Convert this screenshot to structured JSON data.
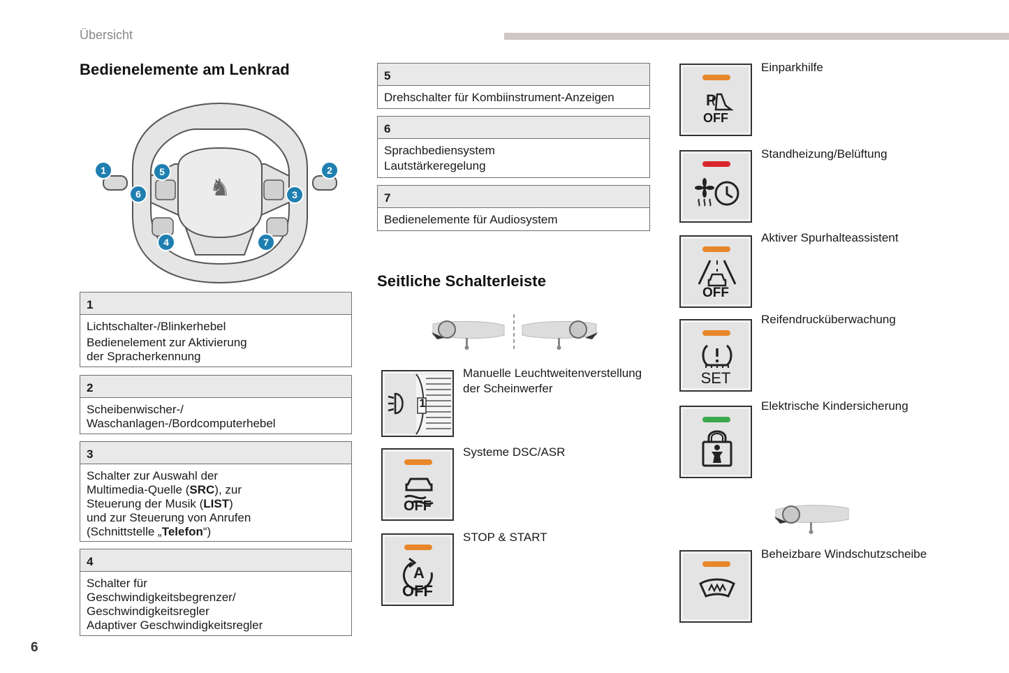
{
  "header": {
    "section": "Übersicht"
  },
  "left": {
    "title": "Bedienelemente am Lenkrad",
    "callouts": [
      "1",
      "2",
      "3",
      "4",
      "5",
      "6",
      "7"
    ],
    "items": [
      {
        "num": "1",
        "lines": [
          "Lichtschalter-/Blinkerhebel",
          "Bedienelement zur Aktivierung",
          "der Spracherkennung"
        ]
      },
      {
        "num": "2",
        "lines": [
          "Scheibenwischer-/",
          "Waschanlagen-/Bordcomputerhebel"
        ]
      },
      {
        "num": "3",
        "l1": "Schalter zur Auswahl der",
        "l2a": "Multimedia-Quelle (",
        "l2b": "SRC",
        "l2c": "), zur",
        "l3a": "Steuerung der Musik (",
        "l3b": "LIST",
        "l3c": ")",
        "l4": "und zur Steuerung von Anrufen",
        "l5a": "(Schnittstelle „",
        "l5b": "Telefon",
        "l5c": "“)"
      },
      {
        "num": "4",
        "lines": [
          "Schalter für",
          "Geschwindigkeitsbegrenzer/",
          "Geschwindigkeitsregler",
          "Adaptiver Geschwindigkeitsregler"
        ]
      }
    ]
  },
  "middle": {
    "items": [
      {
        "num": "5",
        "lines": [
          "Drehschalter für Kombiinstrument-Anzeigen"
        ]
      },
      {
        "num": "6",
        "lines": [
          "Sprachbediensystem",
          "Lautstärkeregelung"
        ]
      },
      {
        "num": "7",
        "lines": [
          "Bedienelemente für Audiosystem"
        ]
      }
    ],
    "title": "Seitliche Schalterleiste",
    "switches": [
      {
        "label_lines": [
          "Manuelle Leuchtweitenverstellung",
          "der Scheinwerfer"
        ],
        "icon": "headlamp-range-dial-icon",
        "dial_value": "1"
      },
      {
        "label": "Systeme DSC/ASR",
        "icon": "dsc-off-icon",
        "led": "#e8872a",
        "sub": "OFF"
      },
      {
        "label": "STOP & START",
        "icon": "stop-start-off-icon",
        "led": "#e8872a",
        "sub": "OFF"
      }
    ]
  },
  "right": {
    "buttons": [
      {
        "label": "Einparkhilfe",
        "icon": "parking-sensor-off-icon",
        "led": "#e8872a",
        "sub": "OFF",
        "glyph": "P"
      },
      {
        "label": "Standheizung/Belüftung",
        "icon": "auxiliary-heating-icon",
        "led": "#d9262c"
      },
      {
        "label": "Aktiver Spurhalteassistent",
        "icon": "lane-keeping-off-icon",
        "led": "#e8872a",
        "sub": "OFF"
      },
      {
        "label": "Reifendrucküberwachung",
        "icon": "tyre-pressure-set-icon",
        "led": "#e8872a",
        "sub": "SET"
      },
      {
        "label": "Elektrische Kindersicherung",
        "icon": "child-lock-icon",
        "led": "#3aa84a"
      },
      {
        "label": "Beheizbare Windschutzscheibe",
        "icon": "heated-windscreen-icon",
        "led": "#e8872a"
      }
    ]
  },
  "footer": {
    "page_number": "6"
  },
  "colors": {
    "callout": "#1f7fb0",
    "led_orange": "#e8872a",
    "led_red": "#d9262c",
    "led_green": "#3aa84a"
  }
}
